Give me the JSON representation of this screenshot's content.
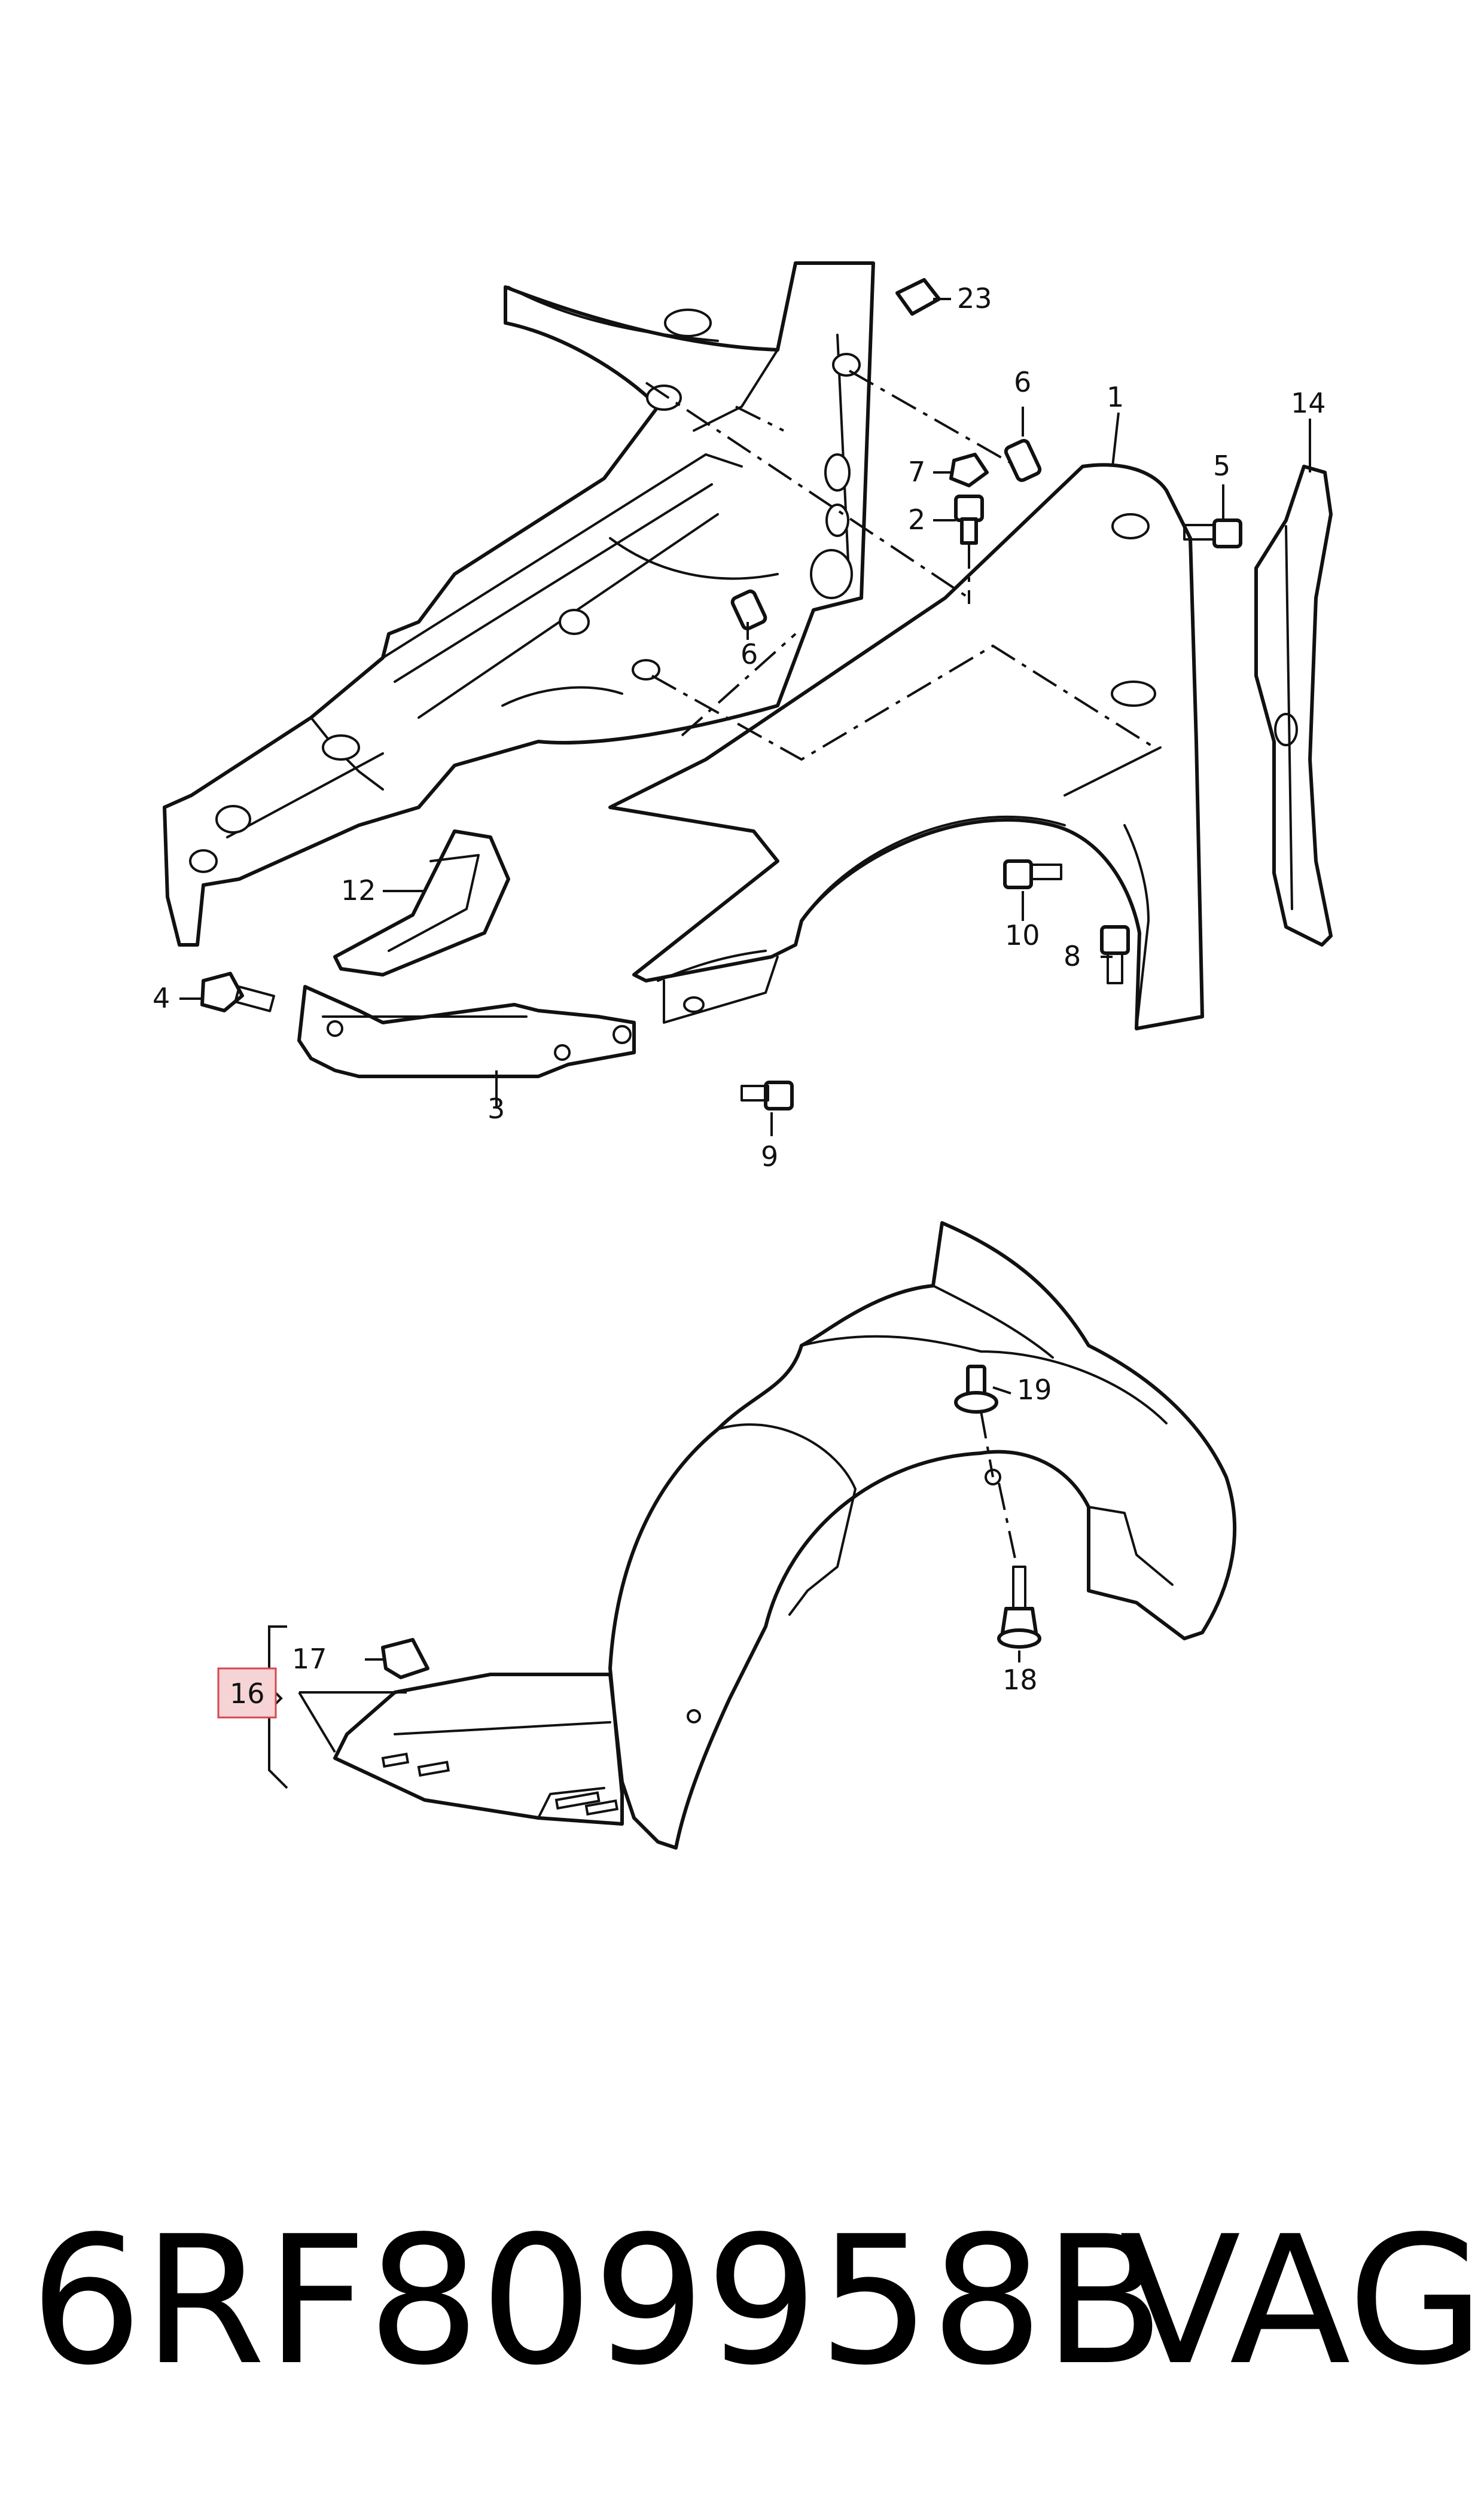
{
  "callouts": {
    "c1": "1",
    "c2": "2",
    "c3": "3",
    "c4": "4",
    "c5": "5",
    "c6a": "6",
    "c6b": "6",
    "c7": "7",
    "c8": "8",
    "c9": "9",
    "c10": "10",
    "c12": "12",
    "c14": "14",
    "c16": "16",
    "c17": "17",
    "c18": "18",
    "c19": "19",
    "c23": "23"
  },
  "footer": {
    "part_number": "6RF809958B",
    "brand": "VAG"
  },
  "colors": {
    "line": "#111111",
    "highlight_fill": "#f6d4d6",
    "highlight_border": "#d7464e"
  }
}
